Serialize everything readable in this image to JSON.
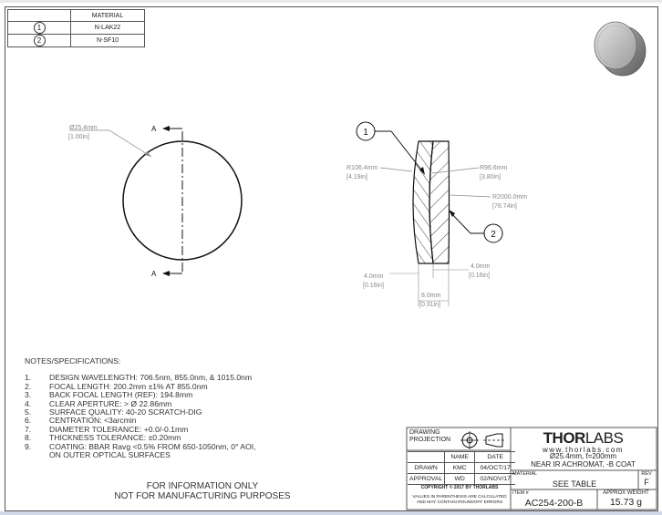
{
  "material_table": {
    "header": "MATERIAL",
    "rows": [
      {
        "index": "1",
        "material": "N-LAK22"
      },
      {
        "index": "2",
        "material": "N-SF10"
      }
    ]
  },
  "front_view": {
    "diameter_label": "Ø25.4mm",
    "diameter_inch": "[1.00in]",
    "section_top": "A",
    "section_bottom": "A"
  },
  "section_view": {
    "balloon_1": "1",
    "balloon_2": "2",
    "r1": "R106.4mm",
    "r1_in": "[4.19in]",
    "r2": "R96.6mm",
    "r2_in": "[3.80in]",
    "r3": "R2000.0mm",
    "r3_in": "[78.74in]",
    "t1": "4.0mm",
    "t1_in": "[0.16in]",
    "t2": "4.0mm",
    "t2_in": "[0.16in]",
    "total": "8.0mm",
    "total_in": "[0.31in]"
  },
  "notes": {
    "heading": "NOTES/SPECIFICATIONS:",
    "items": [
      {
        "num": "1.",
        "text": "DESIGN WAVELENGTH: 706.5nm, 855.0nm, & 1015.0nm"
      },
      {
        "num": "2.",
        "text": "FOCAL LENGTH: 200.2mm ±1% AT 855.0nm"
      },
      {
        "num": "3.",
        "text": "BACK FOCAL LENGTH (REF): 194.8mm"
      },
      {
        "num": "4.",
        "text": "CLEAR APERTURE: > Ø 22.86mm"
      },
      {
        "num": "5.",
        "text": "SURFACE QUALITY: 40-20 SCRATCH-DIG"
      },
      {
        "num": "6.",
        "text": "CENTRATION: <3arcmin"
      },
      {
        "num": "7.",
        "text": "DIAMETER TOLERANCE: +0.0/-0.1mm"
      },
      {
        "num": "8.",
        "text": "THICKNESS TOLERANCE: ±0.20mm"
      },
      {
        "num": "9.",
        "text": "COATING: BBAR Ravg <0.5% FROM 650-1050nm, 0° AOI,"
      },
      {
        "num": "",
        "text": "ON OUTER OPTICAL SURFACES"
      }
    ]
  },
  "info": {
    "line1": "FOR INFORMATION ONLY",
    "line2": "NOT FOR MANUFACTURING PURPOSES"
  },
  "title_block": {
    "projection": "DRAWING PROJECTION",
    "col_name": "NAME",
    "col_date": "DATE",
    "drawn_label": "DRAWN",
    "drawn_name": "KMC",
    "drawn_date": "04/OCT/17",
    "approval_label": "APPROVAL",
    "approval_name": "WD",
    "approval_date": "02/NOV/17",
    "copyright": "COPYRIGHT © 2017 BY THORLABS",
    "paren_note_1": "VALUES IN PARENTHESIS ARE CALCULATED",
    "paren_note_2": "AND MAY CONTAIN ROUNDOFF ERRORS",
    "brand_bold": "THOR",
    "brand_thin": "LABS",
    "url": "www.thorlabs.com",
    "desc1": "Ø25.4mm, f=200mm",
    "desc2": "NEAR IR ACHROMAT, -B COAT",
    "material_label": "MATERIAL",
    "material_value": "SEE TABLE",
    "rev_label": "REV",
    "rev_value": "F",
    "item_label": "ITEM #",
    "item_value": "AC254-200-B",
    "weight_label": "APPROX WEIGHT",
    "weight_value": "15.73 g"
  }
}
